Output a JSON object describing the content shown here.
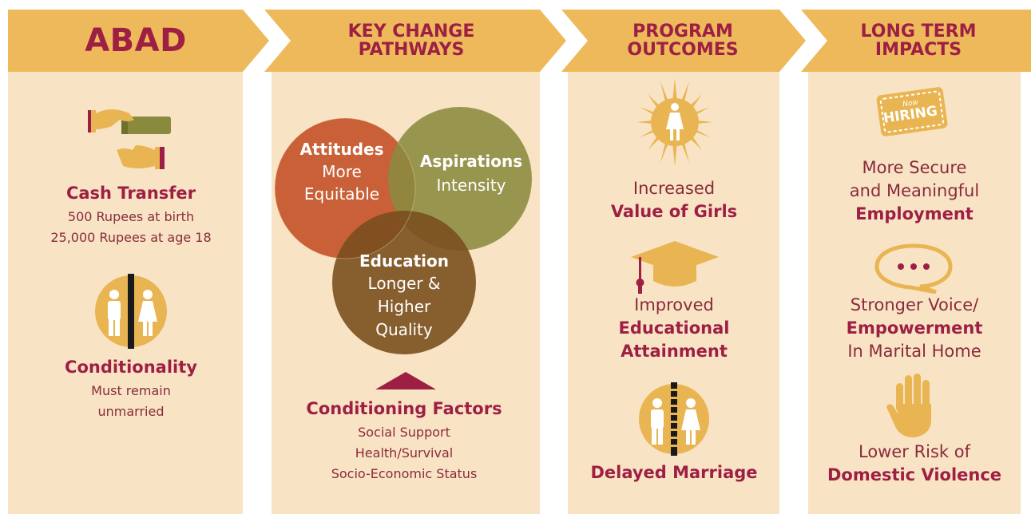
{
  "headers": [
    {
      "line1": "ABAD",
      "line2": ""
    },
    {
      "line1": "KEY CHANGE",
      "line2": "PATHWAYS"
    },
    {
      "line1": "PROGRAM",
      "line2": "OUTCOMES"
    },
    {
      "line1": "LONG TERM",
      "line2": "IMPACTS"
    }
  ],
  "abad": {
    "cash_title": "Cash Transfer",
    "cash_line1": "500 Rupees at birth",
    "cash_line2": "25,000 Rupees at age 18",
    "cond_title": "Conditionality",
    "cond_line1": "Must remain",
    "cond_line2": "unmarried"
  },
  "pathways": {
    "attitudes_title": "Attitudes",
    "attitudes_l1": "More",
    "attitudes_l2": "Equitable",
    "aspirations_title": "Aspirations",
    "aspirations_l1": "Intensity",
    "education_title": "Education",
    "education_l1": "Longer &",
    "education_l2": "Higher",
    "education_l3": "Quality",
    "factors_title": "Conditioning Factors",
    "factor1": "Social Support",
    "factor2": "Health/Survival",
    "factor3": "Socio-Economic Status"
  },
  "outcomes": {
    "value_l1": "Increased",
    "value_l2": "Value of Girls",
    "edu_l1": "Improved",
    "edu_l2": "Educational",
    "edu_l3": "Attainment",
    "marriage": "Delayed Marriage"
  },
  "impacts": {
    "hiring_small": "Now",
    "hiring_big": "HIRING",
    "emp_l1": "More Secure",
    "emp_l2": "and Meaningful",
    "emp_l3": "Employment",
    "voice_l1": "Stronger Voice/",
    "voice_l2": "Empowerment",
    "voice_l3": "In Marital Home",
    "risk_l1": "Lower Risk of",
    "risk_l2": "Domestic Violence"
  },
  "colors": {
    "banner": "#edb95b",
    "column": "#f8e4c4",
    "accent": "#9e1f44",
    "attitudes": "#c4552a",
    "aspirations": "#8a8a3f",
    "education": "#7a4f1e",
    "icon_gold": "#e9b552"
  }
}
